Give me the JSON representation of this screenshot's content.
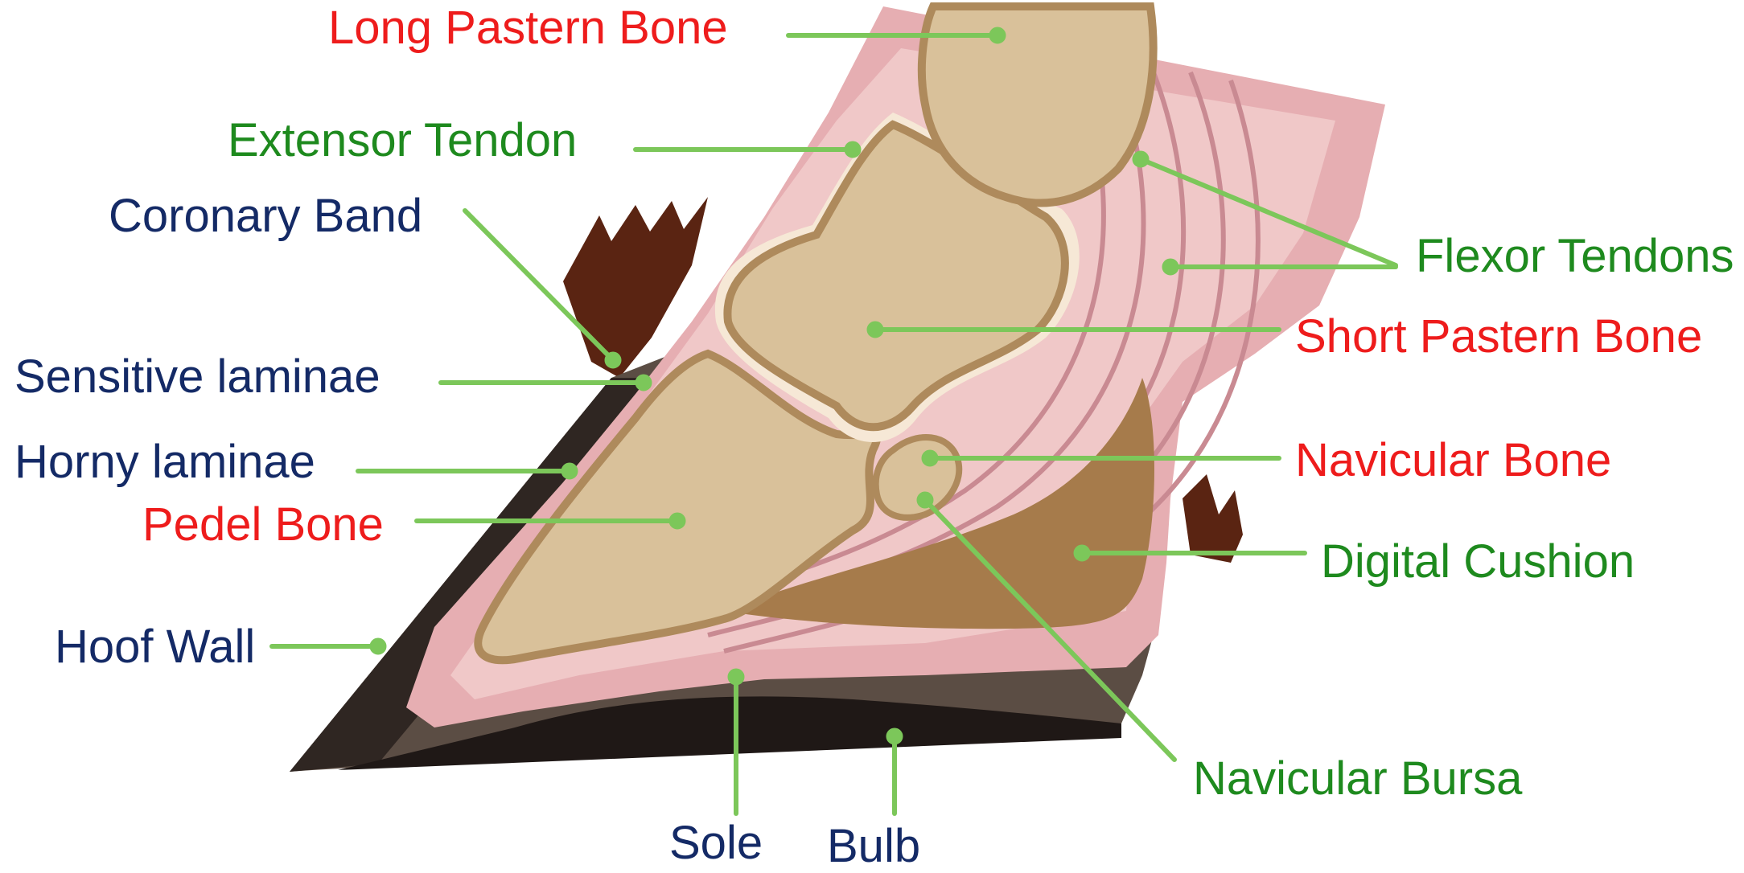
{
  "colors": {
    "red_label": "#ee1c1c",
    "green_label": "#1e8a1e",
    "navy_label": "#142a66",
    "leader_line": "#7cc75a",
    "hair": "#5a2412",
    "hoof_wall_dark": "#2f2622",
    "hoof_wall_mid": "#5b4d44",
    "sole_dark": "#1f1816",
    "pink_tissue": "#e6aeb2",
    "pink_light": "#f0c8c8",
    "tendon_stripe": "#c98a92",
    "bone_fill": "#d9c19a",
    "bone_rim": "#ae8a5c",
    "joint_space": "#f6e8d6",
    "digital_cushion": "#a67b4b",
    "outline": "#3b1e17"
  },
  "labels": {
    "long_pastern_bone": "Long Pastern Bone",
    "extensor_tendon": "Extensor Tendon",
    "coronary_band": "Coronary Band",
    "sensitive_laminae": "Sensitive laminae",
    "horny_laminae": "Horny laminae",
    "pedel_bone": "Pedel Bone",
    "hoof_wall": "Hoof Wall",
    "sole": "Sole",
    "bulb": "Bulb",
    "navicular_bursa": "Navicular Bursa",
    "digital_cushion": "Digital Cushion",
    "navicular_bone": "Navicular Bone",
    "short_pastern_bone": "Short Pastern Bone",
    "flexor_tendons": "Flexor Tendons"
  }
}
